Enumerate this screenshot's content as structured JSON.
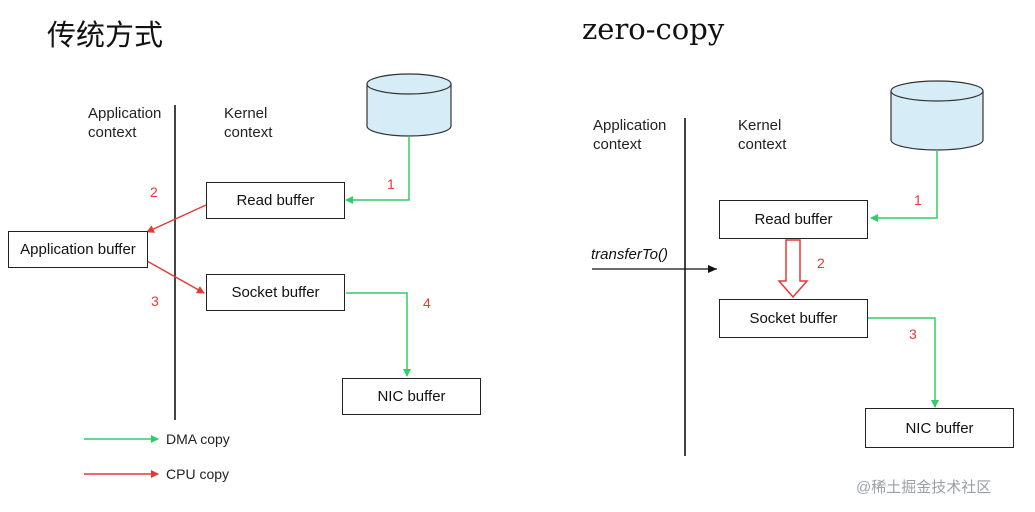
{
  "left_diagram": {
    "title": "传统方式",
    "app_context": "Application\ncontext",
    "kernel_context": "Kernel\ncontext",
    "boxes": {
      "read_buffer": "Read buffer",
      "application_buffer": "Application buffer",
      "socket_buffer": "Socket buffer",
      "nic_buffer": "NIC buffer"
    },
    "step_numbers": [
      "1",
      "2",
      "3",
      "4"
    ]
  },
  "right_diagram": {
    "title": "zero-copy",
    "app_context": "Application\ncontext",
    "kernel_context": "Kernel\ncontext",
    "call_label": "transferTo()",
    "boxes": {
      "read_buffer": "Read buffer",
      "socket_buffer": "Socket buffer",
      "nic_buffer": "NIC buffer"
    },
    "step_numbers": [
      "1",
      "2",
      "3"
    ]
  },
  "legend": {
    "dma_copy": "DMA copy",
    "cpu_copy": "CPU copy"
  },
  "colors": {
    "dma": "#33cc66",
    "cpu": "#e53935",
    "disk_fill": "#d6ecf6",
    "disk_stroke": "#333333"
  },
  "watermark": "@稀土掘金技术社区"
}
